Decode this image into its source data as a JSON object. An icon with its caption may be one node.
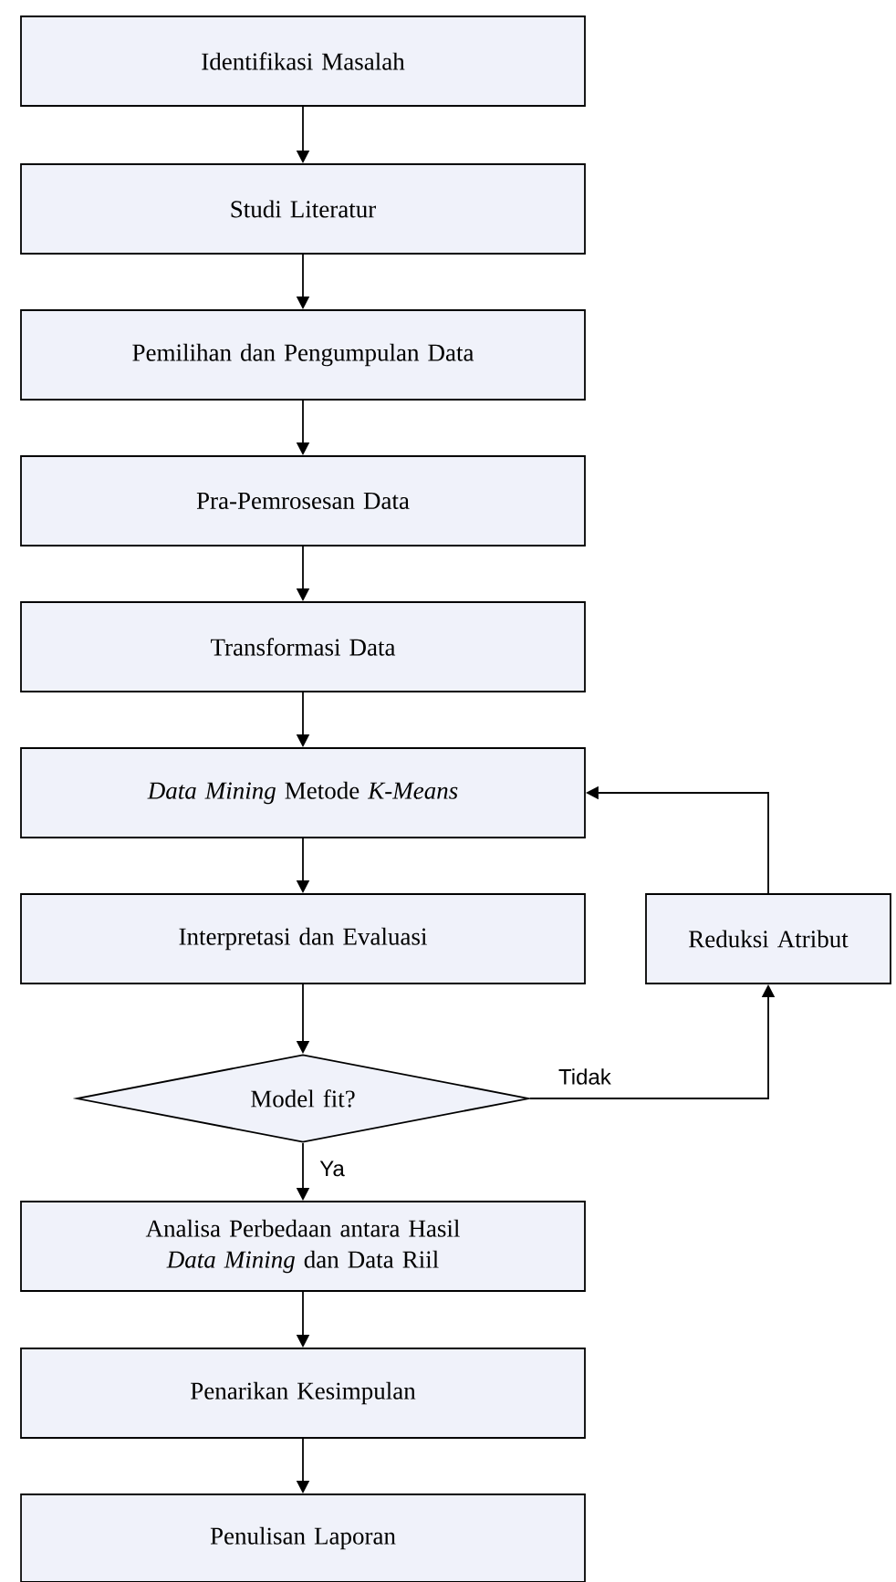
{
  "diagram": {
    "nodes": [
      {
        "text": [
          "Identifikasi Masalah"
        ]
      },
      {
        "text": [
          "Studi Literatur"
        ]
      },
      {
        "text": [
          "Pemilihan dan Pengumpulan Data"
        ]
      },
      {
        "text": [
          "Pra-Pemrosesan Data"
        ]
      },
      {
        "text": [
          "Transformasi Data"
        ]
      },
      {
        "text": [
          "*Data Mining* Metode *K-Means*"
        ]
      },
      {
        "text": [
          "Interpretasi dan Evaluasi"
        ]
      },
      {
        "text": [
          "Reduksi Atribut"
        ]
      },
      {
        "text": [
          "Model fit?"
        ]
      },
      {
        "text": [
          "Analisa Perbedaan antara Hasil *Data Mining* dan Data Riil"
        ]
      },
      {
        "text": [
          "Penarikan Kesimpulan"
        ]
      },
      {
        "text": [
          "Penulisan Laporan"
        ]
      }
    ],
    "edges": [
      {
        "from": 0,
        "to": 1,
        "arrow": "to"
      },
      {
        "from": 1,
        "to": 2,
        "arrow": "to"
      },
      {
        "from": 2,
        "to": 3,
        "arrow": "to"
      },
      {
        "from": 3,
        "to": 4,
        "arrow": "to"
      },
      {
        "from": 4,
        "to": 5,
        "arrow": "to"
      },
      {
        "from": 5,
        "to": 6,
        "arrow": "to"
      },
      {
        "from": 6,
        "to": 8,
        "arrow": "to"
      },
      {
        "from": 8,
        "to": 7,
        "arrow": "to",
        "label": "Tidak"
      },
      {
        "from": 7,
        "to": 5,
        "arrow": "to"
      },
      {
        "from": 8,
        "to": 9,
        "arrow": "to",
        "label": "Ya"
      },
      {
        "from": 9,
        "to": 10,
        "arrow": "to"
      },
      {
        "from": 10,
        "to": 11,
        "arrow": "to"
      }
    ]
  }
}
